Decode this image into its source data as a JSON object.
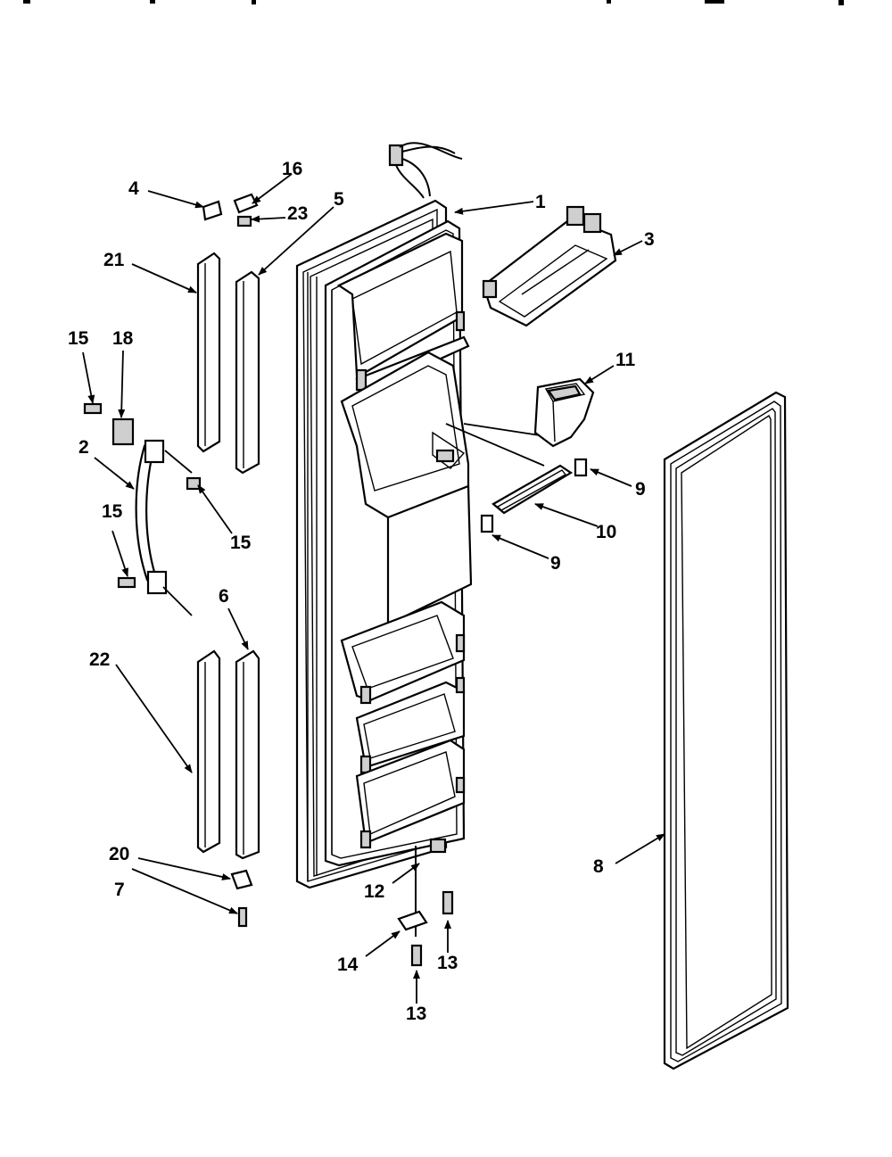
{
  "diagram": {
    "callouts": {
      "c1": "1",
      "c2": "2",
      "c3": "3",
      "c4": "4",
      "c5": "5",
      "c6": "6",
      "c7": "7",
      "c8": "8",
      "c9a": "9",
      "c9b": "9",
      "c10": "10",
      "c11": "11",
      "c12": "12",
      "c13a": "13",
      "c13b": "13",
      "c14": "14",
      "c15a": "15",
      "c15b": "15",
      "c15c": "15",
      "c16": "16",
      "c18": "18",
      "c20": "20",
      "c21": "21",
      "c22": "22",
      "c23": "23"
    }
  }
}
